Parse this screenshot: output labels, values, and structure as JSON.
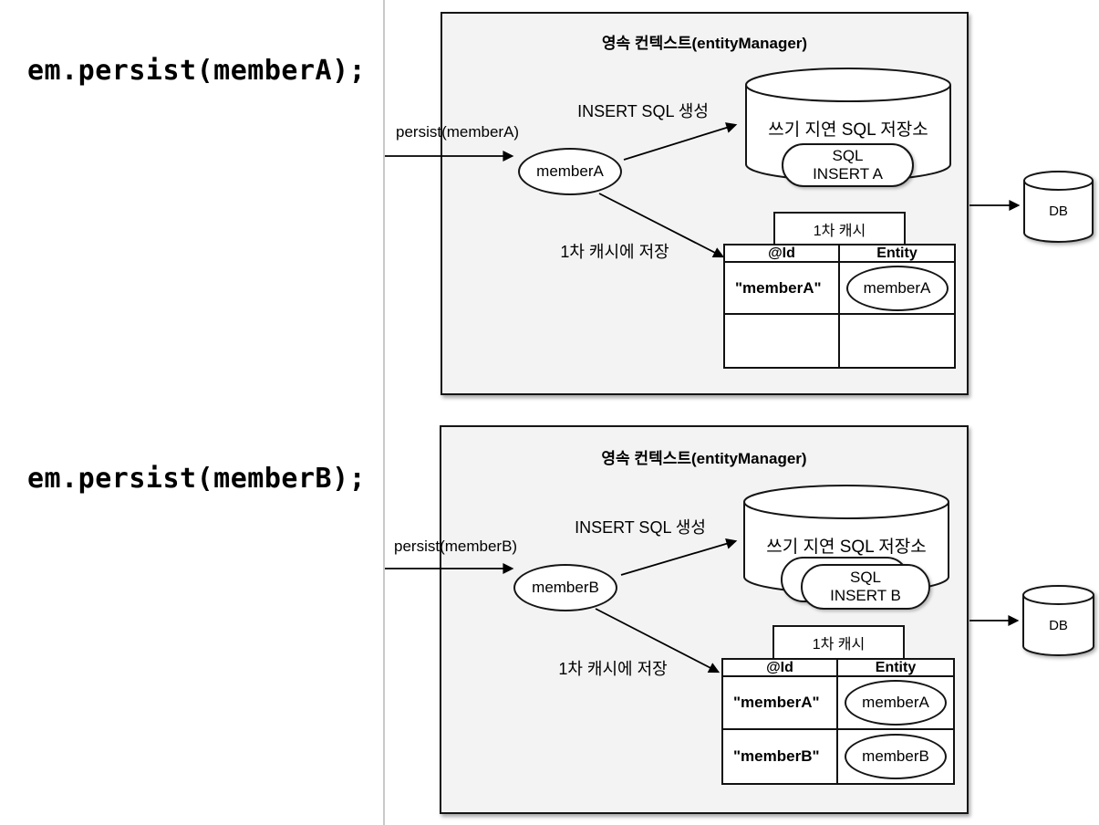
{
  "colors": {
    "context_box_fill": "#f3f3f3",
    "shape_fill": "#ffffff",
    "stroke": "#151515",
    "divider_line": "#c9c9c9"
  },
  "code_lines": [
    "em.persist(memberA);",
    "em.persist(memberB);"
  ],
  "diagrams": [
    {
      "title": "영속 컨텍스트(entityManager)",
      "persist_call_label": "persist(memberA)",
      "entity": "memberA",
      "insert_sql_arrow_label": "INSERT SQL 생성",
      "sql_store_title": "쓰기 지연 SQL 저장소",
      "sql_item": {
        "line1": "SQL",
        "line2": "INSERT A"
      },
      "cache_arrow_label": "1차 캐시에 저장",
      "cache_tab": "1차 캐시",
      "cache_table": {
        "headers": [
          "@Id",
          "Entity"
        ],
        "rows": [
          {
            "id": "\"memberA\"",
            "entity": "memberA"
          },
          {
            "id": "",
            "entity": ""
          }
        ]
      },
      "db": "DB"
    },
    {
      "title": "영속 컨텍스트(entityManager)",
      "persist_call_label": "persist(memberB)",
      "entity": "memberB",
      "insert_sql_arrow_label": "INSERT SQL 생성",
      "sql_store_title": "쓰기 지연 SQL 저장소",
      "sql_item": {
        "line1": "SQL",
        "line2": "INSERT B"
      },
      "cache_arrow_label": "1차 캐시에 저장",
      "cache_tab": "1차 캐시",
      "cache_table": {
        "headers": [
          "@Id",
          "Entity"
        ],
        "rows": [
          {
            "id": "\"memberA\"",
            "entity": "memberA"
          },
          {
            "id": "\"memberB\"",
            "entity": "memberB"
          }
        ]
      },
      "db": "DB"
    }
  ]
}
